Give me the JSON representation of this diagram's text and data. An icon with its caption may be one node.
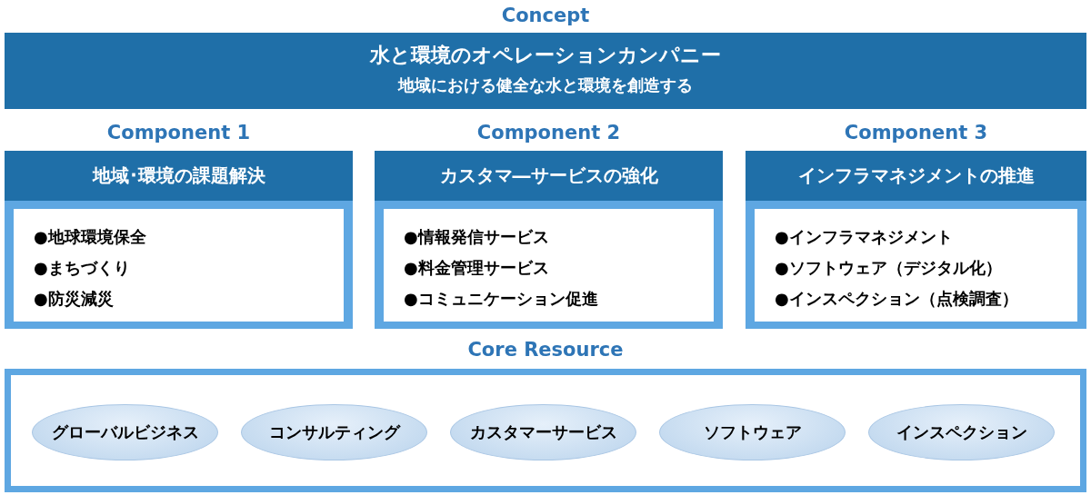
{
  "diagram": {
    "nodes": [
      {
        "text": [
          "Concept",
          "水と環境のオペレーションカンパニー",
          "地域における健全な水と環境を創造する"
        ]
      },
      {
        "text": [
          "Component 1",
          "地域･環境の課題解決"
        ]
      },
      {
        "text": [
          "●地球環境保全",
          "●まちづくり",
          "●防災減災"
        ],
        "in": 1
      },
      {
        "text": [
          "Component 2",
          "カスタマ―サービスの強化"
        ]
      },
      {
        "text": [
          "●情報発信サービス",
          "●料金管理サービス",
          "●コミュニケーション促進"
        ],
        "in": 3
      },
      {
        "text": [
          "Component 3",
          "インフラマネジメントの推進"
        ]
      },
      {
        "text": [
          "●インフラマネジメント",
          "●ソフトウェア（デジタル化）",
          "●インスペクション（点検調査）"
        ],
        "in": 5
      },
      {
        "text": [
          "Core Resource"
        ]
      },
      {
        "text": [
          "グローバルビジネス"
        ],
        "in": 7
      },
      {
        "text": [
          "コンサルティング"
        ],
        "in": 7
      },
      {
        "text": [
          "カスタマーサービス"
        ],
        "in": 7
      },
      {
        "text": [
          "ソフトウェア"
        ],
        "in": 7
      },
      {
        "text": [
          "インスペクション"
        ],
        "in": 7
      }
    ],
    "edges": []
  }
}
